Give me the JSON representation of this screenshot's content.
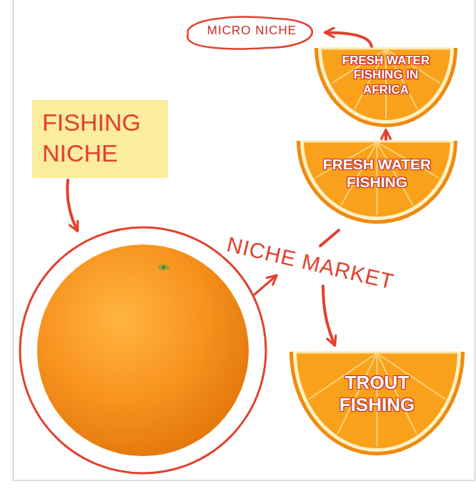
{
  "diagram": {
    "nodes": [
      {
        "text": [
          "FISHING NICHE"
        ]
      },
      {
        "text": [
          "MICRO NICHE"
        ]
      },
      {
        "text": [
          "FRESH WATER FISHING IN AFRICA"
        ]
      },
      {
        "text": [
          "FRESH WATER FISHING"
        ]
      },
      {
        "text": [
          "TROUT FISHING"
        ]
      }
    ],
    "edges": [
      {
        "from": 3,
        "to": 2,
        "arrow": "to"
      },
      {
        "from": 2,
        "to": 1,
        "arrow": "to"
      }
    ],
    "labels": [
      "NICHE MARKET"
    ]
  }
}
